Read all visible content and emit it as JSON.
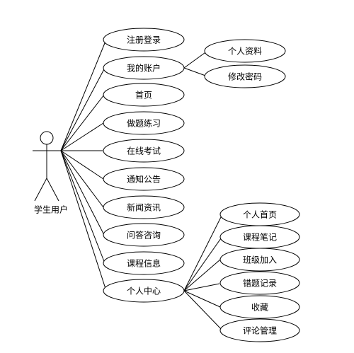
{
  "actor": {
    "label": "学生用户"
  },
  "use_cases": {
    "register_login": "注册登录",
    "my_account": "我的账户",
    "home": "首页",
    "practice": "做题练习",
    "online_exam": "在线考试",
    "notice": "通知公告",
    "news": "新闻资讯",
    "qa": "问答咨询",
    "course_info": "课程信息",
    "personal_center": "个人中心"
  },
  "account_children": {
    "personal_info": "个人资料",
    "change_password": "修改密码"
  },
  "center_children": {
    "personal_home": "个人首页",
    "course_notes": "课程笔记",
    "join_class": "班级加入",
    "wrong_records": "错题记录",
    "favorites": "收藏",
    "comment_manage": "评论管理"
  }
}
